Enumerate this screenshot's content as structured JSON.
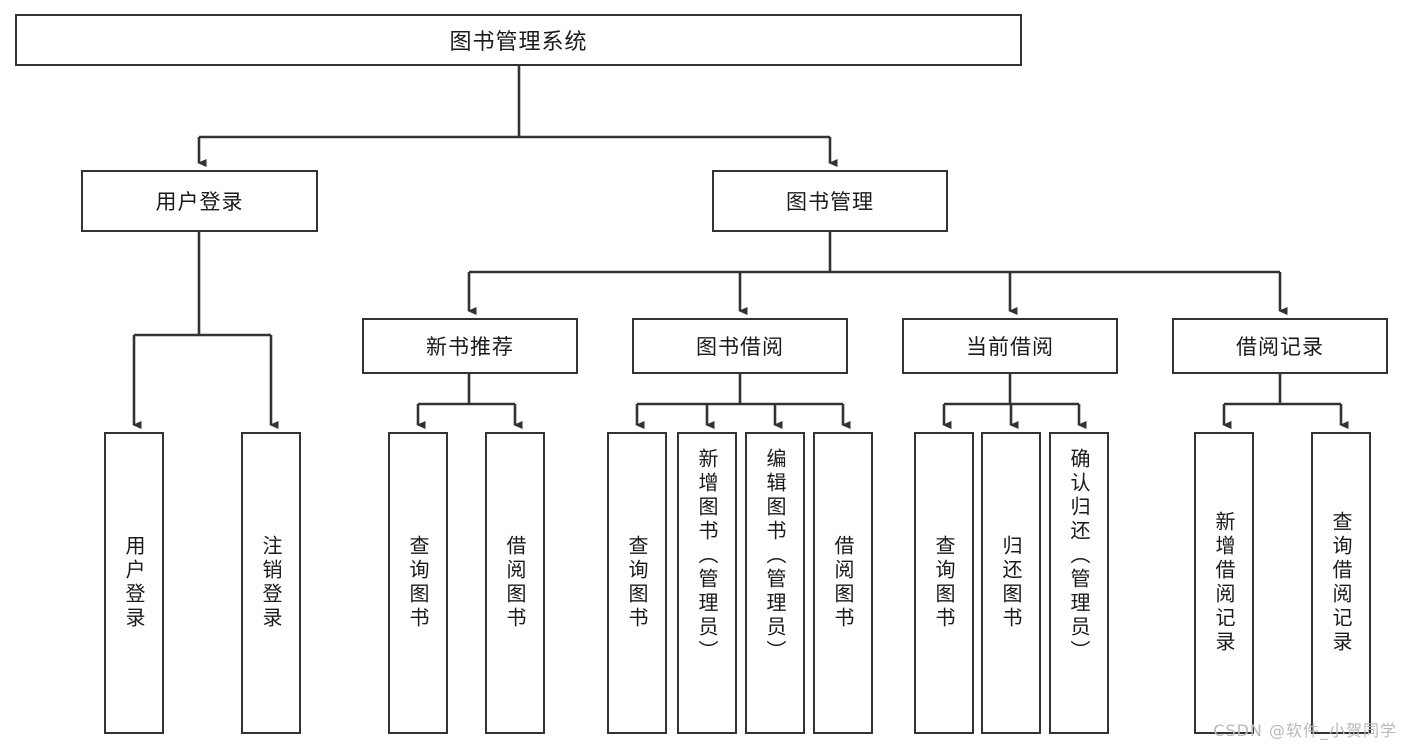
{
  "diagram": {
    "title": "图书管理系统",
    "watermark": "CSDN @软件_小贺同学",
    "root": {
      "label": "图书管理系统"
    },
    "level2": [
      {
        "label": "用户登录"
      },
      {
        "label": "图书管理"
      }
    ],
    "level3": [
      {
        "label": "新书推荐"
      },
      {
        "label": "图书借阅"
      },
      {
        "label": "当前借阅"
      },
      {
        "label": "借阅记录"
      }
    ],
    "leaves": {
      "user_login": [
        {
          "label": "用户登录"
        },
        {
          "label": "注销登录"
        }
      ],
      "new_book": [
        {
          "label": "查询图书"
        },
        {
          "label": "借阅图书"
        }
      ],
      "borrow": [
        {
          "label": "查询图书"
        },
        {
          "label": "新增图书（管理员）"
        },
        {
          "label": "编辑图书（管理员）"
        },
        {
          "label": "借阅图书"
        }
      ],
      "current": [
        {
          "label": "查询图书"
        },
        {
          "label": "归还图书"
        },
        {
          "label": "确认归还（管理员）"
        }
      ],
      "records": [
        {
          "label": "新增借阅记录"
        },
        {
          "label": "查询借阅记录"
        }
      ]
    },
    "colors": {
      "stroke": "#333333",
      "fill": "#ffffff",
      "text": "#1a1a1a",
      "watermark": "#b9b9b9"
    }
  }
}
